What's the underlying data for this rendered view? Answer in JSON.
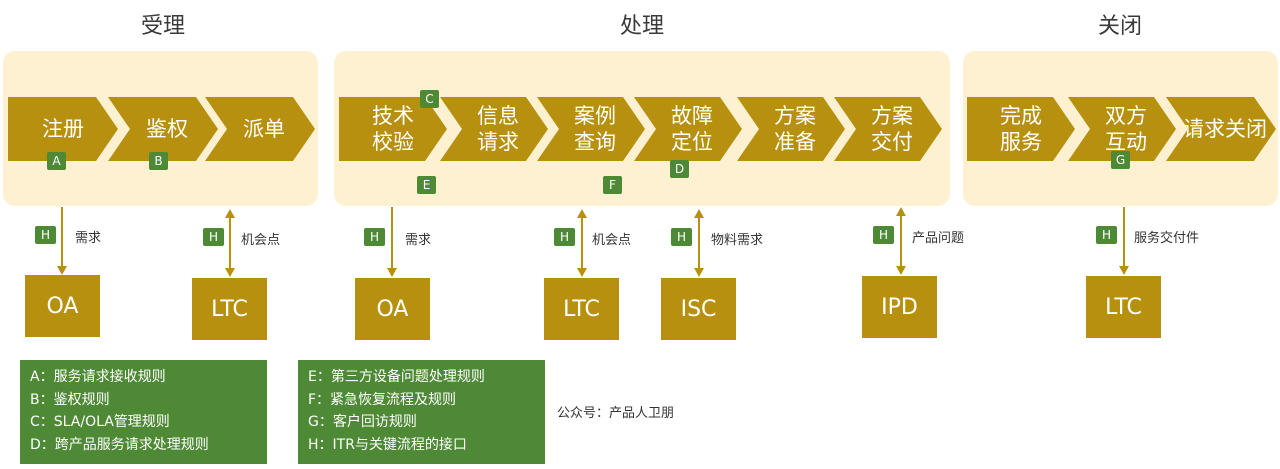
{
  "colors": {
    "chevron": "#b8900f",
    "panel": "#fdf1d2",
    "badge": "#4e8a35",
    "system": "#b8900f"
  },
  "phases": [
    {
      "title": "受理",
      "steps": [
        "注册",
        "鉴权",
        "派单"
      ]
    },
    {
      "title": "处理",
      "steps": [
        "技术\n校验",
        "信息\n请求",
        "案例\n查询",
        "故障\n定位",
        "方案\n准备",
        "方案\n交付"
      ]
    },
    {
      "title": "关闭",
      "steps": [
        "完成\n服务",
        "双方\n互动",
        "请求关闭"
      ]
    }
  ],
  "badges": {
    "a": "A",
    "b": "B",
    "c": "C",
    "d": "D",
    "e": "E",
    "f": "F",
    "g": "G",
    "h": "H"
  },
  "links": [
    {
      "label": "需求",
      "system": "OA"
    },
    {
      "label": "机会点",
      "system": "LTC"
    },
    {
      "label": "需求",
      "system": "OA"
    },
    {
      "label": "机会点",
      "system": "LTC"
    },
    {
      "label": "物料需求",
      "system": "ISC"
    },
    {
      "label": "产品问题",
      "system": "IPD"
    },
    {
      "label": "服务交付件",
      "system": "LTC"
    }
  ],
  "legend_left": [
    "A：服务请求接收规则",
    "B：鉴权规则",
    "C：SLA/OLA管理规则",
    "D：跨产品服务请求处理规则"
  ],
  "legend_right": [
    "E：第三方设备问题处理规则",
    "F：紧急恢复流程及规则",
    "G：客户回访规则",
    "H：ITR与关键流程的接口"
  ],
  "watermark": "公众号：产品人卫朋"
}
